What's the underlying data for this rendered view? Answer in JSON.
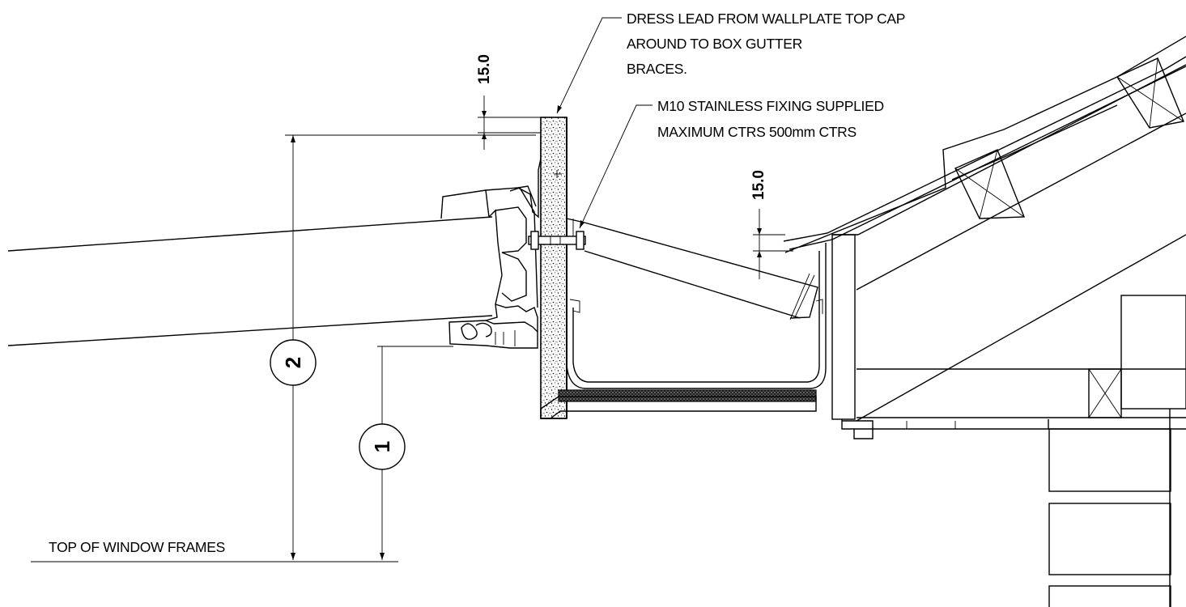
{
  "notes": {
    "dress_lead": [
      "DRESS LEAD FROM WALLPLATE TOP CAP",
      "AROUND TO BOX GUTTER",
      "BRACES."
    ],
    "fixing": [
      "M10 STAINLESS FIXING SUPPLIED",
      "MAXIMUM CTRS 500mm CTRS"
    ],
    "window_frames": "TOP OF WINDOW FRAMES"
  },
  "dimensions": {
    "upstand_left": "15.0",
    "upstand_right": "15.0"
  },
  "tags": {
    "tag_1": "1",
    "tag_2": "2"
  }
}
